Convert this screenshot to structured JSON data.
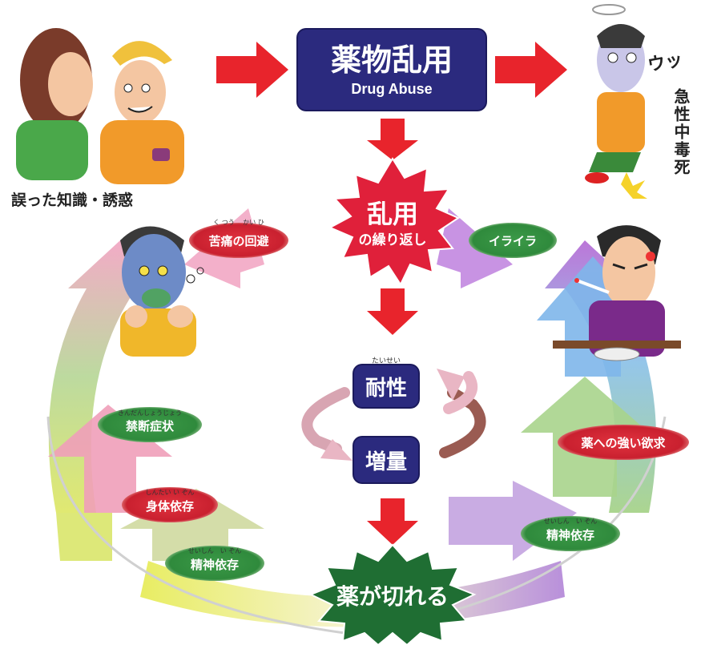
{
  "top_box": {
    "title": "薬物乱用",
    "subtitle": "Drug Abuse"
  },
  "left_caption": "誤った知識・誘惑",
  "right_caption": "急性中毒死",
  "onomatopoeia": "ウッ",
  "center_burst": {
    "title": "乱用",
    "subtitle": "の繰り返し"
  },
  "bottom_burst": "薬が切れる",
  "cycle_boxes": {
    "tolerance": {
      "label": "耐性",
      "ruby": "たいせい"
    },
    "increase": {
      "label": "増量"
    }
  },
  "pills": {
    "avoid_pain": {
      "label": "苦痛の回避",
      "ruby": "く つう　 かい ひ"
    },
    "irritation": {
      "label": "イライラ"
    },
    "withdrawal": {
      "label": "禁断症状",
      "ruby": "きんだんしょうじょう"
    },
    "craving": {
      "label": "薬への強い欲求"
    },
    "physical_dep": {
      "label": "身体依存",
      "ruby": "しんたい い ぞん"
    },
    "mental_dep_right": {
      "label": "精神依存",
      "ruby": "せいしん　い ぞん"
    },
    "mental_dep_left": {
      "label": "精神依存",
      "ruby": "せいしん　い ぞん"
    }
  },
  "colors": {
    "arrow_red": "#e8242c",
    "box_navy": "#2b2a7e",
    "burst_red": "#e0203a",
    "burst_green": "#1f6e33",
    "pill_green": "#2f8a3c",
    "pill_red": "#d8263a"
  }
}
